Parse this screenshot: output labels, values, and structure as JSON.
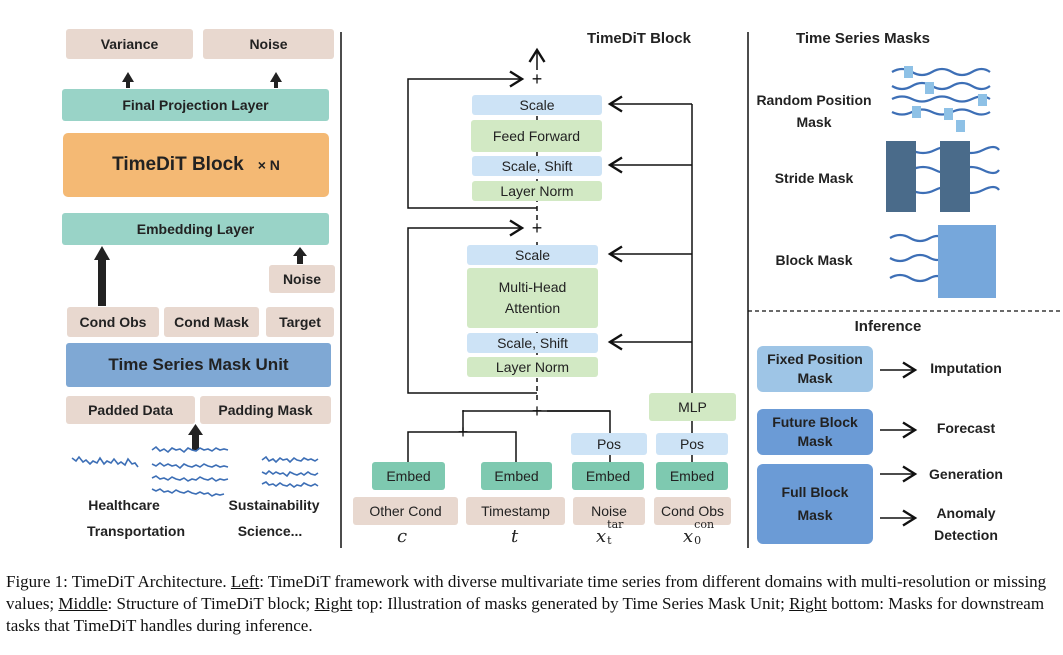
{
  "left": {
    "variance": "Variance",
    "noise_top": "Noise",
    "final_projection": "Final Projection Layer",
    "timedit_block": "TimeDiT Block",
    "times_n": "× N",
    "embedding_layer": "Embedding Layer",
    "noise_small": "Noise",
    "cond_obs": "Cond Obs",
    "cond_mask": "Cond Mask",
    "target": "Target",
    "mask_unit": "Time Series Mask Unit",
    "padded_data": "Padded Data",
    "padding_mask": "Padding Mask",
    "domain_healthcare": "Healthcare",
    "domain_transportation": "Transportation",
    "domain_sustainability": "Sustainability",
    "domain_science": "Science..."
  },
  "middle": {
    "title": "TimeDiT Block",
    "scale_top": "Scale",
    "feed_forward": "Feed Forward",
    "scale_shift_top": "Scale, Shift",
    "layer_norm_top": "Layer Norm",
    "scale_mid": "Scale",
    "mha_line1": "Multi-Head",
    "mha_line2": "Attention",
    "scale_shift_bot": "Scale, Shift",
    "layer_norm_bot": "Layer Norm",
    "mlp": "MLP",
    "pos_noise": "Pos",
    "pos_cond": "Pos",
    "embed_c": "Embed",
    "embed_t": "Embed",
    "embed_noise": "Embed",
    "embed_cond": "Embed",
    "other_cond": "Other Cond",
    "timestamp": "Timestamp",
    "noise_in": "Noise",
    "cond_obs_in": "Cond Obs",
    "var_c": "c",
    "var_t": "t",
    "var_x_base": "x",
    "var_xtar_sup": "tar",
    "var_xtar_sub": "t",
    "var_xcon_sup": "con",
    "var_xcon_sub": "0",
    "plus": "+"
  },
  "right": {
    "title": "Time Series Masks",
    "random_mask_l1": "Random Position",
    "random_mask_l2": "Mask",
    "stride_mask": "Stride Mask",
    "block_mask": "Block Mask",
    "inference_title": "Inference",
    "fixed_l1": "Fixed Position",
    "fixed_l2": "Mask",
    "future_l1": "Future Block",
    "future_l2": "Mask",
    "full_l1": "Full Block",
    "full_l2": "Mask",
    "imputation": "Imputation",
    "forecast": "Forecast",
    "generation": "Generation",
    "anomaly_l1": "Anomaly",
    "anomaly_l2": "Detection"
  },
  "caption": {
    "c1": "Figure 1: TimeDiT Architecture. ",
    "left_word": "Left",
    "c2": ": TimeDiT framework with diverse multivariate time series from different domains with multi-resolution or missing values; ",
    "middle_word": "Middle",
    "c3": ": Structure of TimeDiT block; ",
    "right_word1": "Right",
    "c4": " top: Illustration of masks generated by Time Series Mask Unit; ",
    "right_word2": "Right",
    "c5": " bottom: Masks for downstream tasks that TimeDiT handles during inference."
  },
  "colors": {
    "beige": "#e8d8cf",
    "teal": "#99d3c7",
    "orange": "#f4b974",
    "mask_unit_blue": "#7fa8d4",
    "light_blue": "#cde3f6",
    "light_green": "#d2e9c4",
    "embed_green": "#7ec9b0",
    "stride_dark": "#4a6b8a",
    "block_blue": "#76a7db",
    "wave_blue": "#3d6fb6"
  }
}
